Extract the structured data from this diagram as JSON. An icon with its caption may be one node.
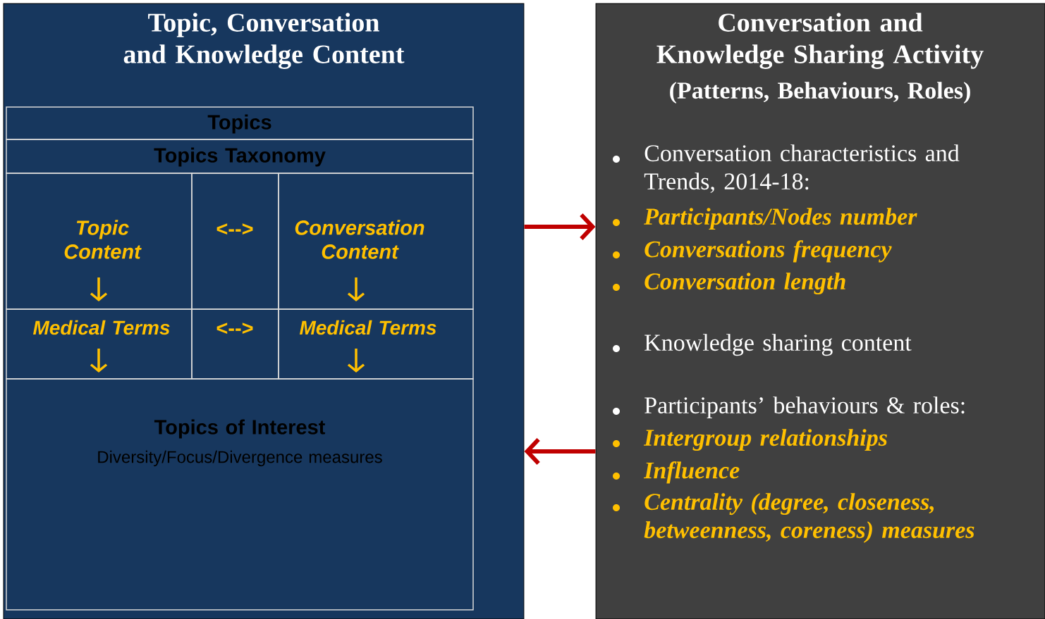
{
  "diagram": {
    "nodes": [
      {
        "text": [
          "Topic, Conversation and Knowledge Content"
        ]
      },
      {
        "text": [
          "Conversation and Knowledge Sharing Activity",
          "(Patterns, Behaviours, Roles)",
          "Conversation characteristics and Trends, 2014-18:",
          "Participants/Nodes number",
          "Conversations frequency",
          "Conversation length",
          "Knowledge sharing content",
          "Participants’ behaviours & roles:",
          "Intergroup relationships",
          "Influence",
          "Centrality (degree, closeness, betweenness, coreness) measures"
        ]
      },
      {
        "text": [
          "Topics"
        ],
        "in": 0
      },
      {
        "text": [
          "Topics Taxonomy"
        ],
        "in": 0
      },
      {
        "text": [
          "Topic Content"
        ],
        "in": 0
      },
      {
        "text": [
          "<-->"
        ],
        "in": 0
      },
      {
        "text": [
          "Conversation Content"
        ],
        "in": 0
      },
      {
        "text": [
          "Medical Terms"
        ],
        "in": 0
      },
      {
        "text": [
          "<-->"
        ],
        "in": 0
      },
      {
        "text": [
          "Medical Terms"
        ],
        "in": 0
      },
      {
        "text": [
          "Topics of Interest",
          "Diversity/Focus/Divergence measures"
        ],
        "in": 0
      }
    ],
    "edges": [
      {
        "from": 0,
        "to": 1,
        "arrow": "to"
      },
      {
        "from": 1,
        "to": 0,
        "arrow": "to"
      }
    ]
  }
}
